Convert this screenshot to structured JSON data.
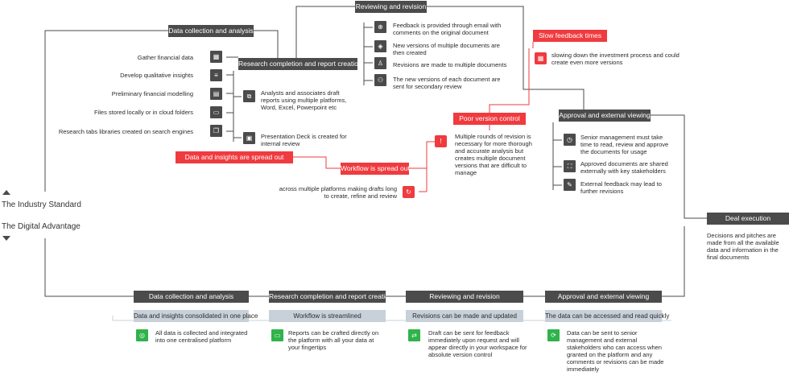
{
  "side": {
    "industry": "The Industry Standard",
    "digital": "The Digital Advantage"
  },
  "top": {
    "data_collection": {
      "title": "Data collection and analysis",
      "items": [
        "Gather financial data",
        "Develop qualitative insights",
        "Preliminary financial modelling",
        "Files stored locally or in cloud folders",
        "Research tabs libraries created on search engines"
      ]
    },
    "research": {
      "title": "Research completion and report creation",
      "items": [
        "Analysts and associates draft reports using multiple platforms, Word, Excel, Powerpoint etc",
        "Presentation Deck is created for internal review"
      ]
    },
    "reviewing": {
      "title": "Reviewing and revision",
      "items": [
        "Feedback is provided through email with comments on the original document",
        "New versions of multiple documents are then created",
        "Revisions are made to multiple documents",
        "The new versions of each document are sent for secondary review"
      ]
    },
    "approval": {
      "title": "Approval and external viewing",
      "items": [
        "Senior management must take time to read, review and approve the documents for usage",
        "Approved documents are shared externally with key stakeholders",
        "External feedback may lead to further revisions"
      ]
    },
    "deal": {
      "title": "Deal execution",
      "text": "Decisions and pitches are made from all the available data and information in the final documents"
    }
  },
  "pain": {
    "spread": {
      "label": "Data and insights are spread out"
    },
    "workflow": {
      "label": "Workflow is spread out",
      "text": "across multiple platforms making drafts long to create, refine and review"
    },
    "version": {
      "label": "Poor version control",
      "text": "Multiple rounds of revision is necessary for more thorough and accurate analysis but creates multiple document versions that are difficult to manage"
    },
    "slow": {
      "label": "Slow feedback times",
      "text": "slowing down the investment process and could create even more versions"
    }
  },
  "bottom": [
    {
      "title": "Data collection and analysis",
      "sub": "Data and insights consolidated in one place",
      "text": "All data is collected and integrated into one centralised platform"
    },
    {
      "title": "Research completion and report creation",
      "sub": "Workflow is streamlined",
      "text": "Reports can be crafted directly on the platform with all your data at your fingertips"
    },
    {
      "title": "Reviewing and revision",
      "sub": "Revisions can be made and updated",
      "text": "Draft can be sent for feedback immediately upon request and will appear directly in your workspace for absolute version control"
    },
    {
      "title": "Approval and external viewing",
      "sub": "The data can be accessed and read quickly",
      "text": "Data can be sent to senior management and external stakeholders who can access when granted on the platform and any comments or revisions can be made immediately"
    }
  ],
  "colors": {
    "dark": "#4b4b4b",
    "red": "#ef3b3f",
    "green": "#2fb34a",
    "slate": "#c8d1d9"
  }
}
